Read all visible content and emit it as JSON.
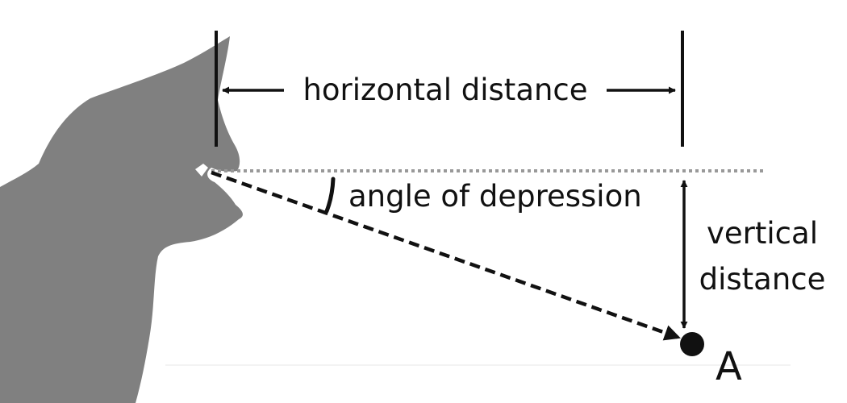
{
  "labels": {
    "horizontal": "horizontal distance",
    "angle": "angle of depression",
    "vertical_line1": "vertical",
    "vertical_line2": "distance",
    "point": "A"
  },
  "colors": {
    "silhouette": "#808080",
    "ink": "#111111",
    "sight_line": "#999999"
  }
}
